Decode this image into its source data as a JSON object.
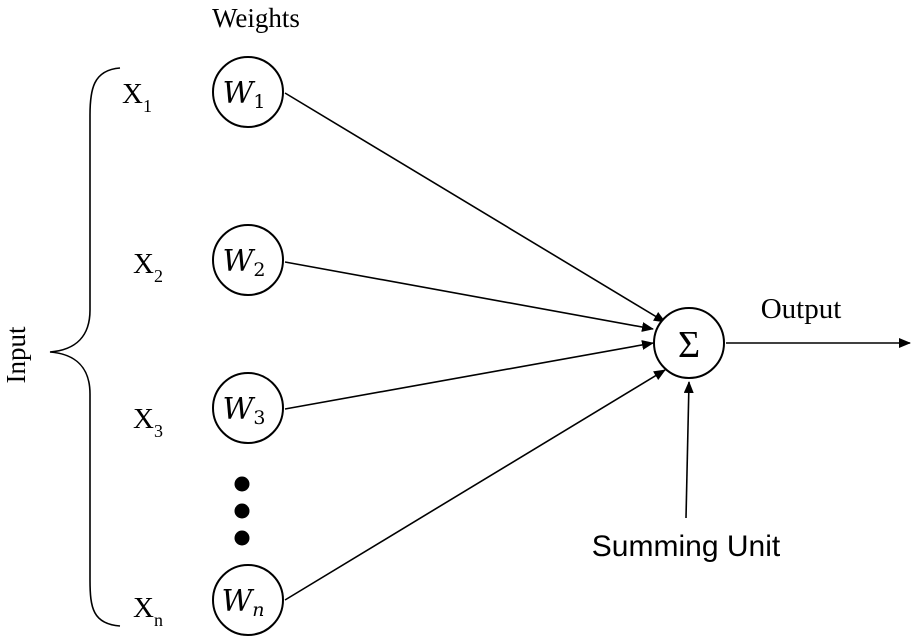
{
  "weights_label": "Weights",
  "input_label": "Input",
  "output_label": "Output",
  "summing_unit_label": "Summing Unit",
  "sum_symbol": "Σ",
  "inputs": [
    {
      "letter": "X",
      "sub": "1"
    },
    {
      "letter": "X",
      "sub": "2"
    },
    {
      "letter": "X",
      "sub": "3"
    },
    {
      "letter": "X",
      "sub": "n"
    }
  ],
  "weights": [
    {
      "letter": "W",
      "sub": "1"
    },
    {
      "letter": "W",
      "sub": "2"
    },
    {
      "letter": "W",
      "sub": "3"
    },
    {
      "letter": "W",
      "sub": "n"
    }
  ],
  "colors": {
    "stroke": "#000000",
    "background": "#ffffff"
  }
}
